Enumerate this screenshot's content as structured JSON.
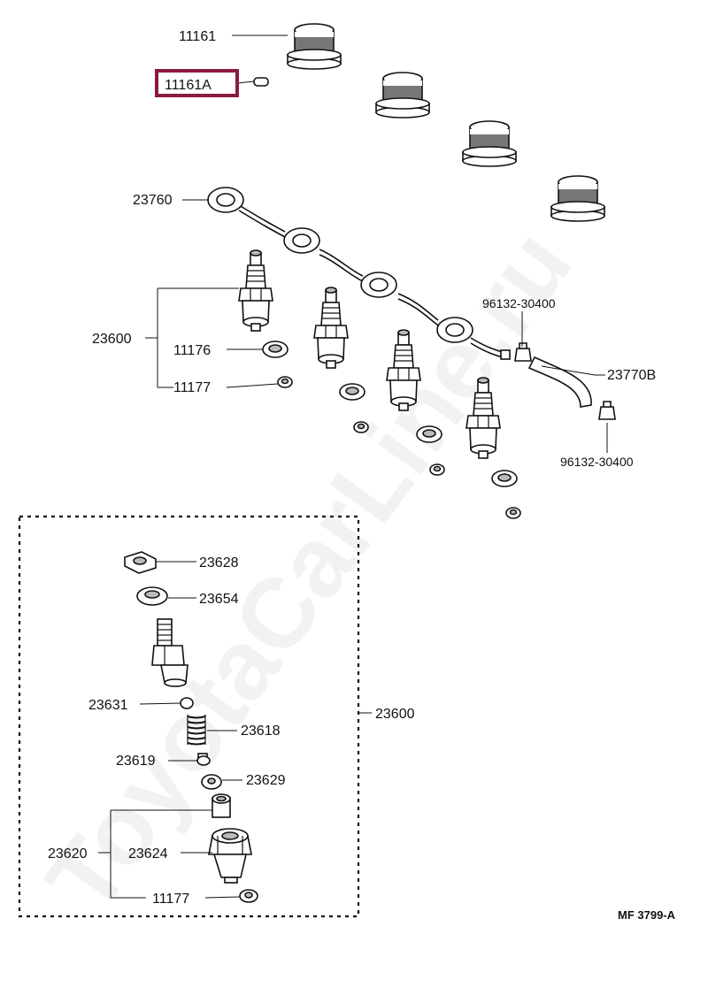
{
  "watermark": "ToyotaCarLine.ru",
  "diagram_code": "MF 3799-A",
  "highlight_color": "#8b1a3c",
  "labels": {
    "p11161": "11161",
    "p11161a": "11161A",
    "p23760": "23760",
    "p96132_top": "96132-30400",
    "p23770b": "23770B",
    "p96132_bottom": "96132-30400",
    "p23600_top": "23600",
    "p11176": "11176",
    "p11177_top": "11177",
    "p23628": "23628",
    "p23654": "23654",
    "p23631": "23631",
    "p23618": "23618",
    "p23600_box": "23600",
    "p23619": "23619",
    "p23629": "23629",
    "p23620": "23620",
    "p23624": "23624",
    "p11177_bottom": "11177"
  }
}
